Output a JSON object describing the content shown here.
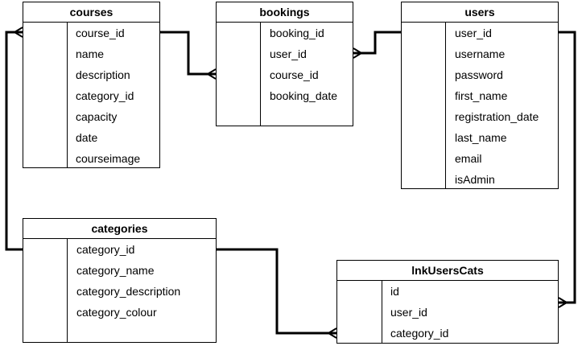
{
  "tables": {
    "courses": {
      "title": "courses",
      "fields": [
        "course_id",
        "name",
        "description",
        "category_id",
        "capacity",
        "date",
        "courseimage"
      ]
    },
    "bookings": {
      "title": "bookings",
      "fields": [
        "booking_id",
        "user_id",
        "course_id",
        "booking_date"
      ]
    },
    "users": {
      "title": "users",
      "fields": [
        "user_id",
        "username",
        "password",
        "first_name",
        "registration_date",
        "last_name",
        "email",
        "isAdmin"
      ]
    },
    "categories": {
      "title": "categories",
      "fields": [
        "category_id",
        "category_name",
        "category_description",
        "category_colour"
      ]
    },
    "lnkUsersCats": {
      "title": "lnkUsersCats",
      "fields": [
        "id",
        "user_id",
        "category_id"
      ]
    }
  },
  "relationships": [
    {
      "from": "courses",
      "to": "bookings",
      "type": "one-to-many"
    },
    {
      "from": "users",
      "to": "bookings",
      "type": "one-to-many"
    },
    {
      "from": "categories",
      "to": "courses",
      "type": "one-to-many"
    },
    {
      "from": "categories",
      "to": "lnkUsersCats",
      "type": "one-to-many"
    },
    {
      "from": "users",
      "to": "lnkUsersCats",
      "type": "one-to-many"
    }
  ]
}
